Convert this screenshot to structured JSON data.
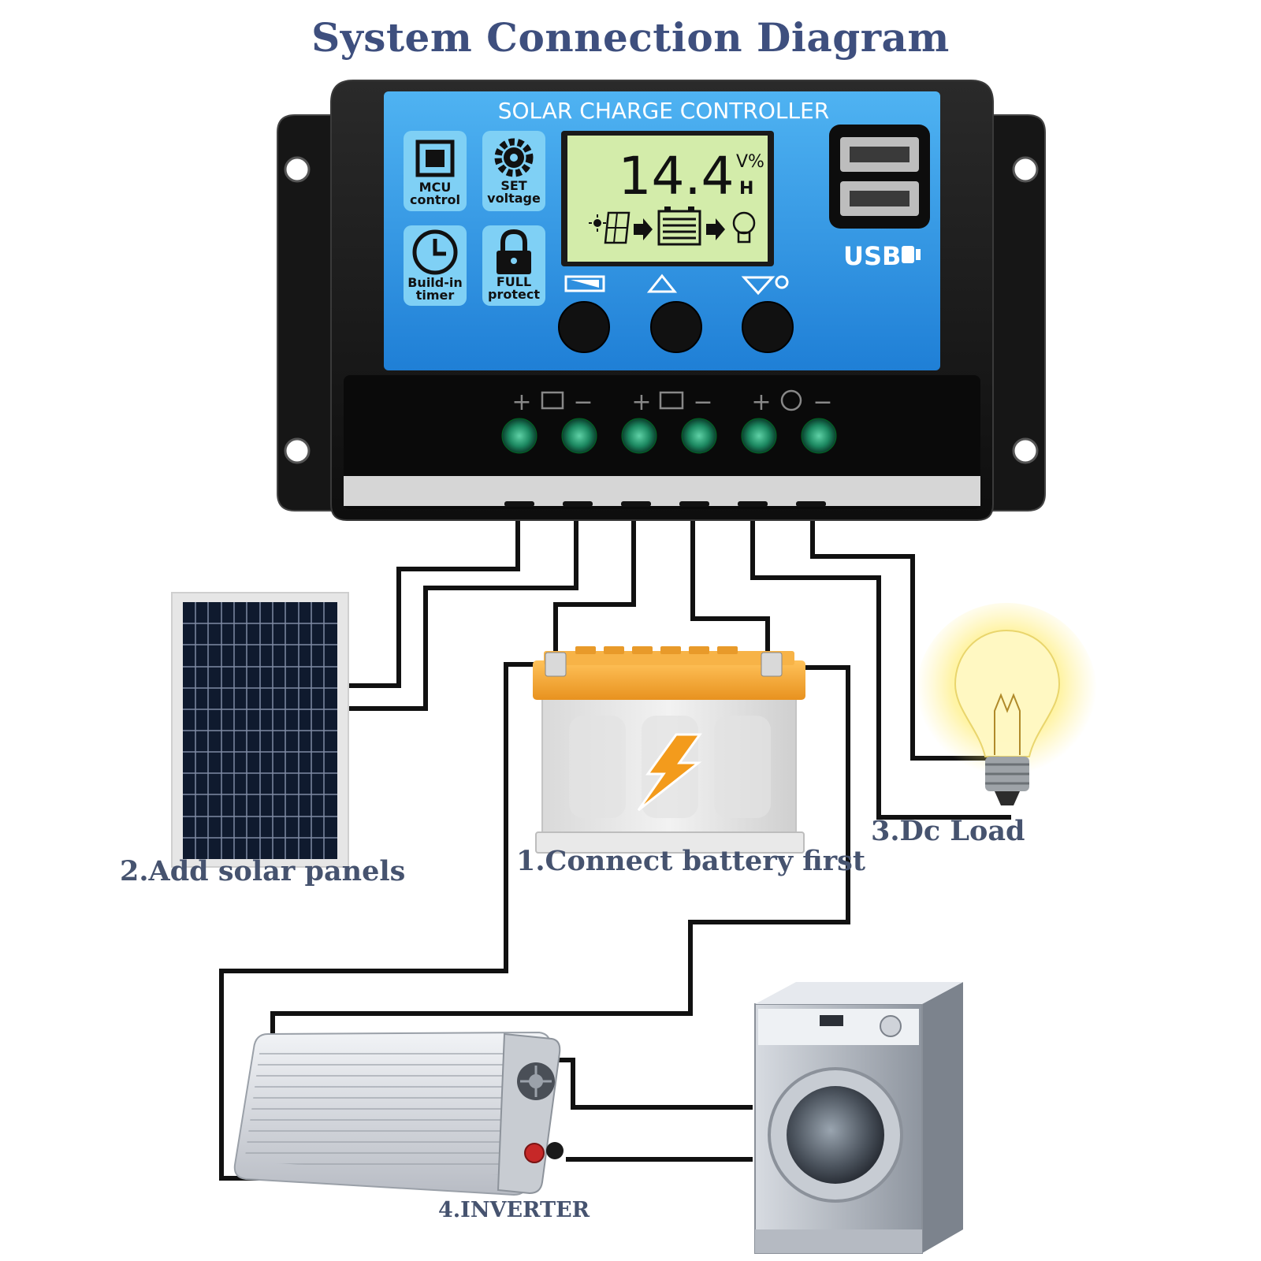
{
  "title": "System Connection Diagram",
  "controller": {
    "name": "SOLAR CHARGE CONTROLLER",
    "features": [
      {
        "icon": "chip-icon",
        "line1": "MCU",
        "line2": "control"
      },
      {
        "icon": "gear-icon",
        "line1": "SET",
        "line2": "voltage"
      },
      {
        "icon": "clock-icon",
        "line1": "Build-in",
        "line2": "timer"
      },
      {
        "icon": "lock-icon",
        "line1": "FULL",
        "line2": "protect"
      }
    ],
    "lcd": {
      "reading": "14.4",
      "unit": "V%",
      "unit2": "H"
    },
    "usb_label": "USB",
    "terminal_signs": {
      "plus": "+",
      "minus": "−"
    }
  },
  "components": {
    "battery": "1.Connect battery first",
    "solar": "2.Add solar panels",
    "load": "3.Dc Load",
    "inverter": "4.INVERTER"
  },
  "colors": {
    "title": "#3e4f7e",
    "labels": "#46536f",
    "panel_blue": "#2b8fe0",
    "lcd_green": "#cfe9a5",
    "wire": "#111111",
    "battery_cap": "#f2a634"
  }
}
